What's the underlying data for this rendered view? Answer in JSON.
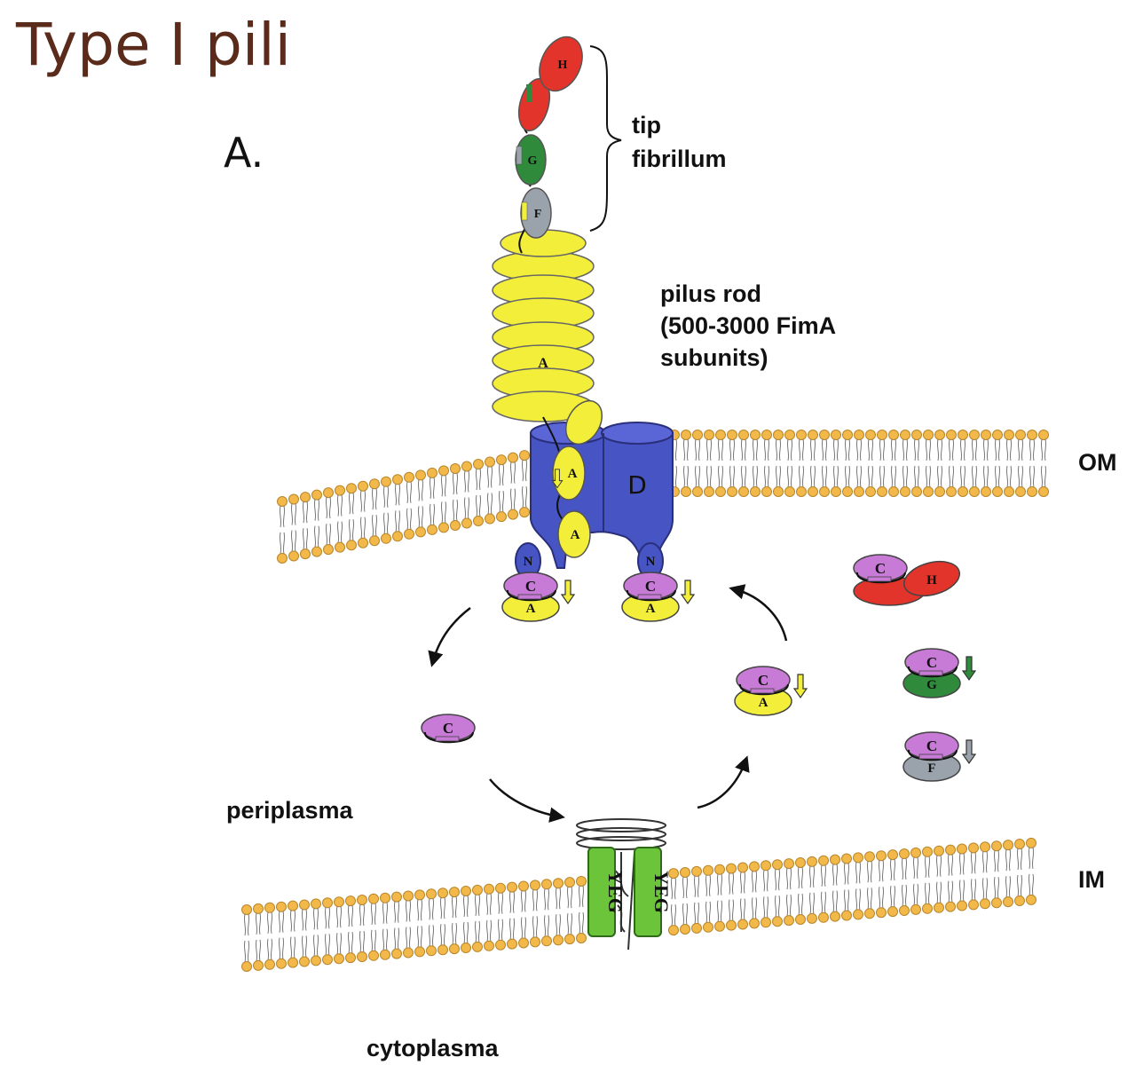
{
  "title": "Type I pili",
  "panel_label": "A.",
  "labels": {
    "tip_line1": "tip",
    "tip_line2": "fibrillum",
    "rod_line1": "pilus rod",
    "rod_line2": "(500-3000 FimA",
    "rod_line3": "subunits)",
    "om": "OM",
    "im": "IM",
    "periplasma": "periplasma",
    "cytoplasma": "cytoplasma"
  },
  "subunits": {
    "h": "H",
    "g": "G",
    "f": "F",
    "a": "A",
    "c": "C",
    "n": "N",
    "d": "D",
    "yeg": "YEG"
  },
  "colors": {
    "title": "#5a2a1a",
    "fimH": "#e2342a",
    "fimG": "#2f8a3c",
    "fimF": "#9aa3ab",
    "fimA": "#f2ee3a",
    "fimC": "#c77ad6",
    "fimD": "#4754c4",
    "secYEG": "#6cc43a",
    "lipidHead": "#f2b84a"
  }
}
